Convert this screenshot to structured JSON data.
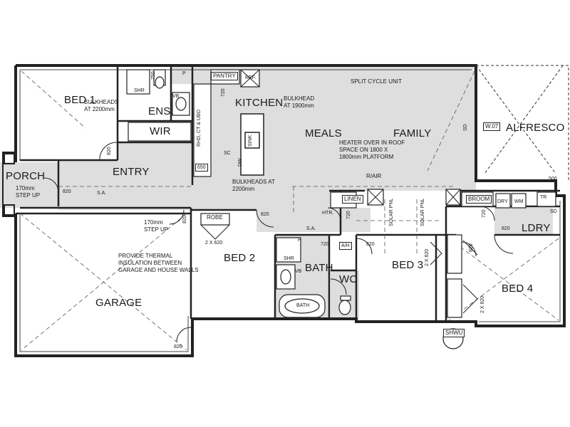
{
  "rooms": {
    "bed1": "BED 1",
    "ens": "ENS.",
    "wir": "WIR",
    "pantry": "PANTRY",
    "kitchen": "KITCHEN",
    "meals": "MEALS",
    "family": "FAMILY",
    "alfresco": "ALFRESCO",
    "porch": "PORCH",
    "entry": "ENTRY",
    "bed2": "BED 2",
    "bath": "BATH",
    "wc": "WC",
    "bed3": "BED 3",
    "bed4": "BED 4",
    "ldry": "LDRY",
    "garage": "GARAGE",
    "linen": "LINEN",
    "broom": "BROOM",
    "robe": "ROBE"
  },
  "notes": {
    "bulkheads_2200_top": "BULKHEADS\nAT 2200mm",
    "bulkhead_1900": "BULKHEAD\nAT 1900mm",
    "split_cycle": "SPLIT CYCLE UNIT",
    "heater": "HEATER OVER IN ROOF\nSPACE ON 1800 X\n1800mm PLATFORM",
    "bulkheads_2200_mid": "BULKHEADS AT\n2200mm",
    "step_up_porch": "170mm\nSTEP UP",
    "step_up_garage": "170mm\nSTEP UP",
    "thermal": "PROVIDE THERMAL\nINSULATION BETWEEN\nGARAGE AND HOUSE WALLS",
    "r_air": "R/AIR",
    "w07": "W.07",
    "shwu": "SHWU",
    "sa1": "S.A.",
    "sa2": "S.A.",
    "htr": "HTR.",
    "ah": "A/H",
    "sd1": "SD",
    "sd2": "SD",
    "shr1": "SHR",
    "shr2": "SHR",
    "vb1": "VB",
    "vb2": "VB",
    "ref": "REF.",
    "rhd": "RHD, CT & UBO",
    "sc": "SC",
    "sink": "SINK",
    "dw": "DW",
    "bath_tub": "BATH",
    "dry": "DRY",
    "wm": "WM",
    "tr": "TR",
    "p1": "P",
    "p2": "P",
    "solar1": "SOLAR PNL",
    "solar2": "SOLAR PNL"
  },
  "dims": {
    "d750": "750",
    "d720_pantry": "720",
    "d820_bed1": "820",
    "d650": "650",
    "d820_porch": "820",
    "d820_hall": "820",
    "d820_garage": "820",
    "d820_bed2": "820",
    "d720_bath": "720",
    "d720_linen": "720",
    "d820_bed3": "820",
    "d720_ldry": "720",
    "d820_ldry": "820",
    "d820_bed4": "820",
    "d820_garage_bottom": "820",
    "d500": "500",
    "robe_bed2": "2 X 620",
    "robe_bed3": "2 X 620",
    "robe_bed4": "2 X 620"
  }
}
